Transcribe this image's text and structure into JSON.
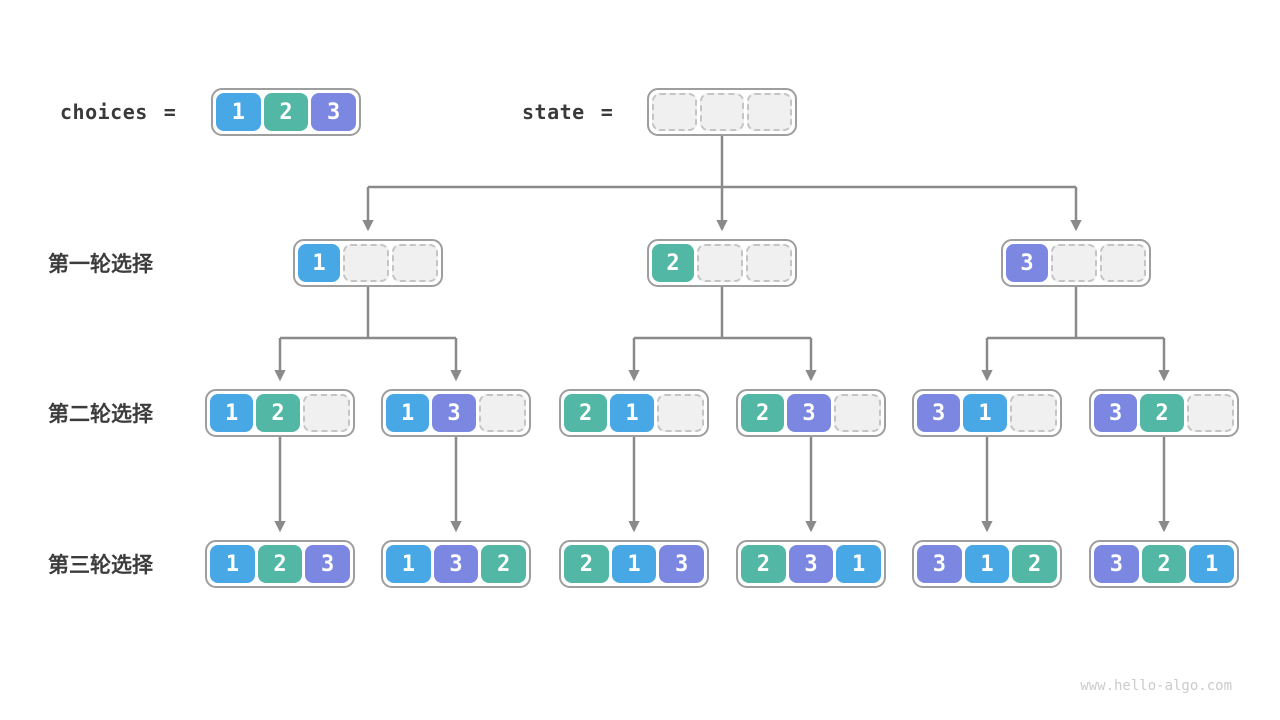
{
  "header": {
    "choices_label": "choices",
    "equals": "=",
    "choices_values": [
      "1",
      "2",
      "3"
    ],
    "state_label": "state",
    "state_slots": 3
  },
  "colors": {
    "1": "#47a8e5",
    "2": "#52b7a5",
    "3": "#7b87e0",
    "arrow": "#8a8a8a",
    "node_border": "#9e9e9e",
    "empty_fill": "#f0f0f1",
    "empty_border": "#c4c4c4"
  },
  "rows": [
    {
      "label": "第一轮选择",
      "nodes": [
        [
          "1",
          null,
          null
        ],
        [
          "2",
          null,
          null
        ],
        [
          "3",
          null,
          null
        ]
      ]
    },
    {
      "label": "第二轮选择",
      "nodes": [
        [
          "1",
          "2",
          null
        ],
        [
          "1",
          "3",
          null
        ],
        [
          "2",
          "1",
          null
        ],
        [
          "2",
          "3",
          null
        ],
        [
          "3",
          "1",
          null
        ],
        [
          "3",
          "2",
          null
        ]
      ]
    },
    {
      "label": "第三轮选择",
      "nodes": [
        [
          "1",
          "2",
          "3"
        ],
        [
          "1",
          "3",
          "2"
        ],
        [
          "2",
          "1",
          "3"
        ],
        [
          "2",
          "3",
          "1"
        ],
        [
          "3",
          "1",
          "2"
        ],
        [
          "3",
          "2",
          "1"
        ]
      ]
    }
  ],
  "watermark": "www.hello-algo.com"
}
